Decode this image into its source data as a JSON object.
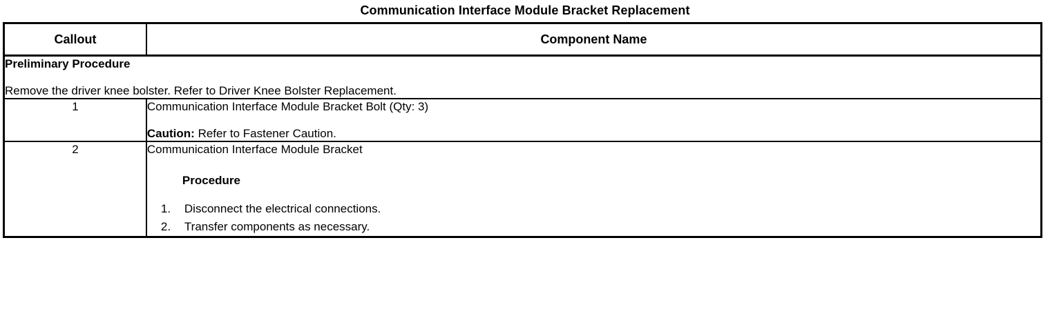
{
  "document": {
    "title": "Communication Interface Module Bracket Replacement"
  },
  "table": {
    "headers": {
      "callout": "Callout",
      "component_name": "Component Name"
    },
    "preliminary": {
      "heading": "Preliminary Procedure",
      "text": "Remove the driver knee bolster. Refer to Driver Knee Bolster Replacement."
    },
    "rows": [
      {
        "callout": "1",
        "name": "Communication Interface Module Bracket Bolt (Qty: 3)",
        "caution_label": "Caution:",
        "caution_text": " Refer to Fastener Caution."
      },
      {
        "callout": "2",
        "name": "Communication Interface Module Bracket",
        "procedure_heading": "Procedure",
        "steps": [
          "Disconnect the electrical connections.",
          "Transfer components as necessary."
        ]
      }
    ]
  }
}
